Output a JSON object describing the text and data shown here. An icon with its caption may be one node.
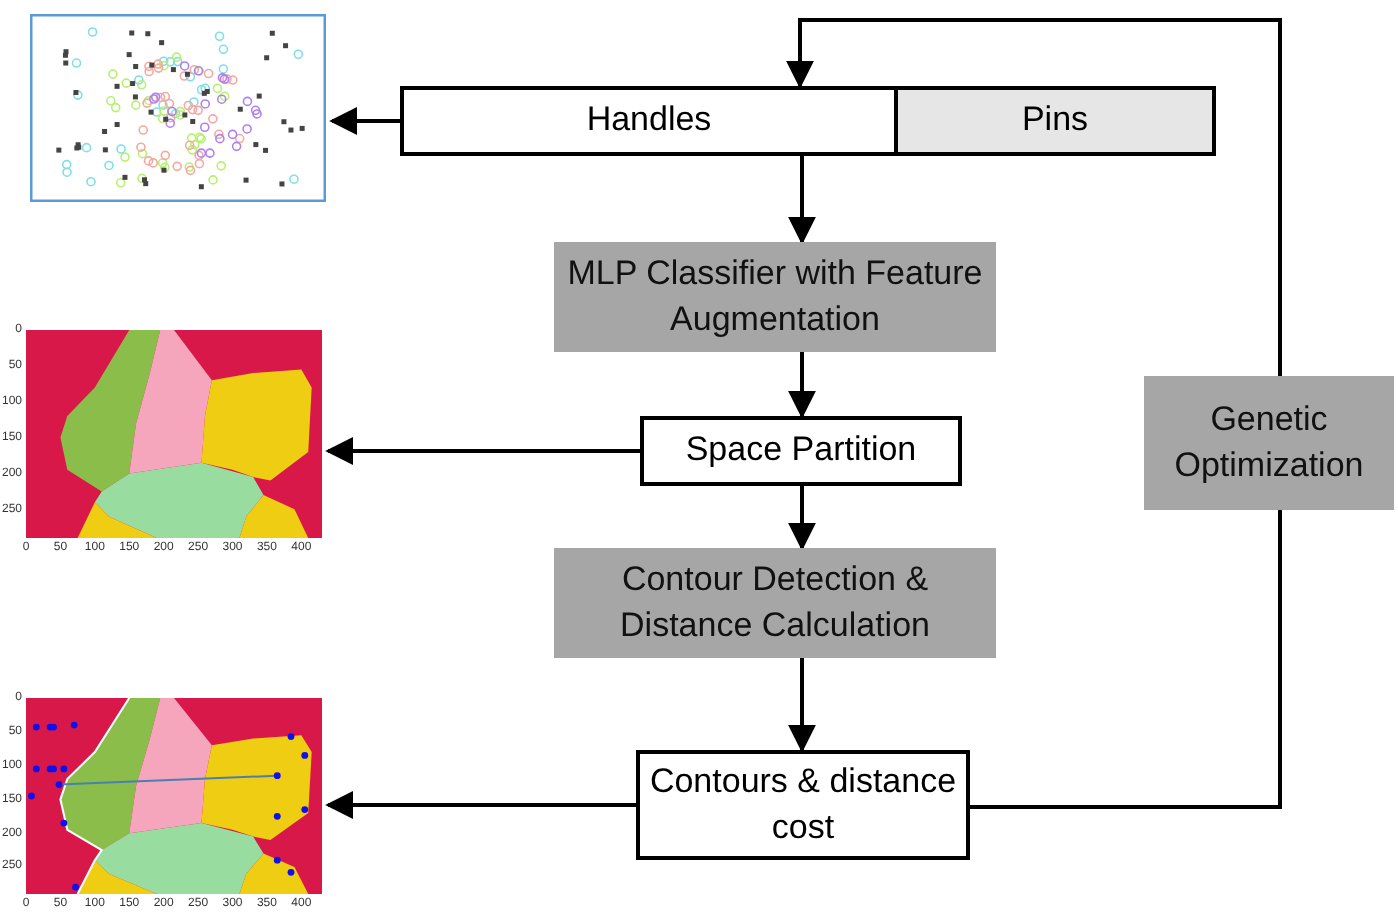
{
  "diagram": {
    "nodes": [
      {
        "text": [],
        "shape": "picture"
      },
      {
        "text": [
          "Handles"
        ]
      },
      {
        "text": [
          "Pins"
        ]
      },
      {
        "text": [
          "MLP Classifier with Feature Augmentation"
        ]
      },
      {
        "text": [],
        "shape": "picture",
        "beside": [
          "0",
          "50",
          "100",
          "150",
          "200",
          "250",
          "0",
          "50",
          "100",
          "150",
          "200",
          "250",
          "300",
          "350",
          "400"
        ]
      },
      {
        "text": [
          "Space Partition"
        ]
      },
      {
        "text": [
          "Contour Detection & Distance Calculation"
        ]
      },
      {
        "text": [],
        "shape": "picture",
        "beside": [
          "0",
          "50",
          "100",
          "150",
          "200",
          "250",
          "0",
          "50",
          "100",
          "150",
          "200",
          "250",
          "300",
          "350",
          "400"
        ]
      },
      {
        "text": [
          "Contours & distance cost"
        ]
      },
      {
        "text": [
          "Genetic Optimization"
        ]
      }
    ],
    "edges": [
      {
        "from": 1,
        "to": 0,
        "arrow": "to"
      },
      {
        "from": 1,
        "to": 3,
        "arrow": "to"
      },
      {
        "from": 3,
        "to": 5,
        "arrow": "to"
      },
      {
        "from": 5,
        "to": 4,
        "arrow": "to"
      },
      {
        "from": 5,
        "to": 6,
        "arrow": "to"
      },
      {
        "from": 6,
        "to": 8,
        "arrow": "to"
      },
      {
        "from": 8,
        "to": 7,
        "arrow": "to"
      },
      {
        "from": 8,
        "to": 9,
        "arrow": "none"
      },
      {
        "from": 9,
        "to": 1,
        "arrow": "to"
      }
    ]
  }
}
